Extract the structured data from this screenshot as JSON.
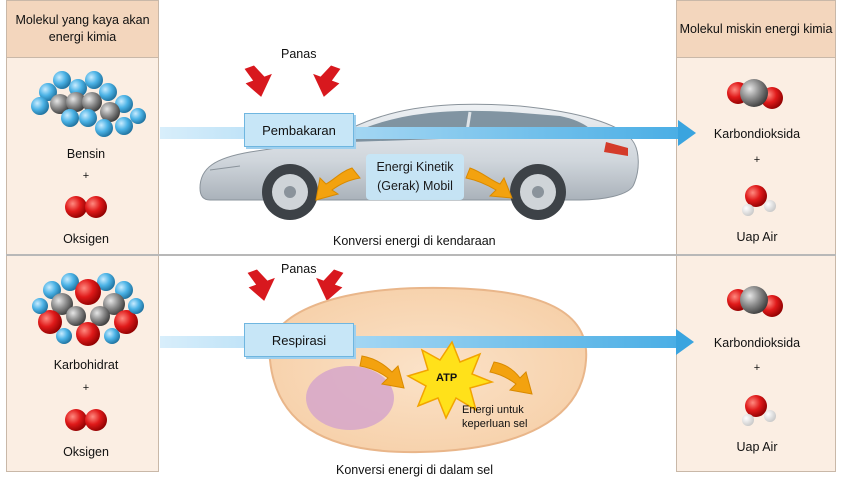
{
  "left_header": "Molekul yang kaya akan energi kimia",
  "right_header": "Molekul miskin energi kimia",
  "top": {
    "reactant1": "Bensin",
    "plus": "+",
    "reactant2": "Oksigen",
    "heat": "Panas",
    "process": "Pembakaran",
    "kinetic_line1": "Energi Kinetik",
    "kinetic_line2": "(Gerak) Mobil",
    "caption": "Konversi energi di kendaraan",
    "product1": "Karbondioksida",
    "product2": "Uap Air"
  },
  "bottom": {
    "reactant1": "Karbohidrat",
    "plus": "+",
    "reactant2": "Oksigen",
    "heat": "Panas",
    "process": "Respirasi",
    "atp": "ATP",
    "energy_line1": "Energi untuk",
    "energy_line2": "keperluan sel",
    "caption": "Konversi energi di dalam sel",
    "product1": "Karbondioksida",
    "product2": "Uap Air"
  },
  "colors": {
    "arrow": "#5bb6e8",
    "heat_arrow": "#d8181e",
    "energy_arrow": "#f3a20f",
    "column_bg": "#fbeee3",
    "column_header": "#f3d6bd",
    "cell": "#f9dcc0"
  }
}
